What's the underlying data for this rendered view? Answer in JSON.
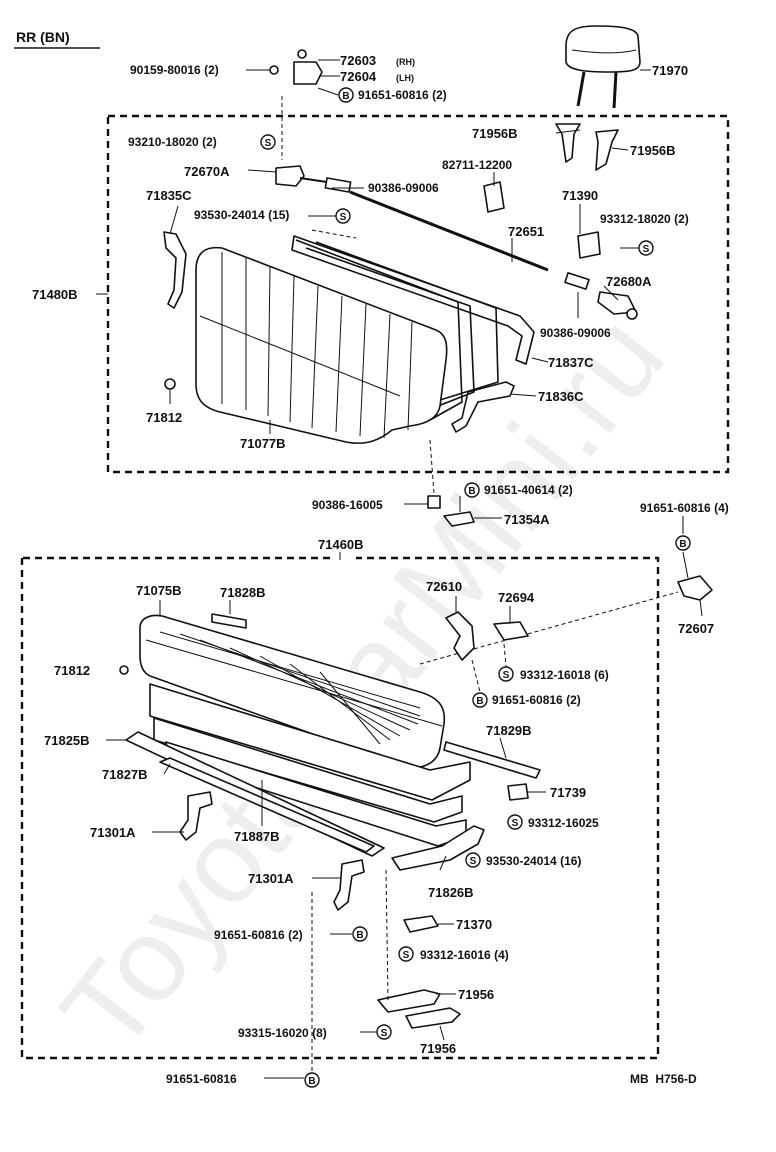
{
  "header": {
    "title": "RR (BN)"
  },
  "footer": {
    "code": "MB  H756-D"
  },
  "watermark": "ToyotaCarMini.ru",
  "badges": {
    "s": "S",
    "b": "B"
  },
  "upper": {
    "group_label": "71480B",
    "parts": [
      "90159-80016 (2)",
      "72603",
      "(RH)",
      "72604",
      "(LH)",
      "91651-60816 (2)",
      "71970",
      "93210-18020 (2)",
      "71956B",
      "71956B",
      "72670A",
      "82711-12200",
      "90386-09006",
      "71835C",
      "93530-24014 (15)",
      "71390",
      "93312-18020 (2)",
      "72651",
      "72680A",
      "90386-09006",
      "71837C",
      "71836C",
      "71812",
      "71077B",
      "90386-16005",
      "91651-40614 (2)",
      "71354A"
    ]
  },
  "lower": {
    "group_label": "71460B",
    "parts": [
      "91651-60816 (4)",
      "72607",
      "71075B",
      "71828B",
      "72610",
      "72694",
      "71812",
      "93312-16018 (6)",
      "91651-60816 (2)",
      "71825B",
      "71829B",
      "71827B",
      "71739",
      "93312-16025",
      "71301A",
      "71887B",
      "93530-24014 (16)",
      "71826B",
      "71301A",
      "71370",
      "91651-60816 (2)",
      "93312-16016 (4)",
      "71956",
      "93315-16020 (8)",
      "71956",
      "91651-60816"
    ]
  }
}
